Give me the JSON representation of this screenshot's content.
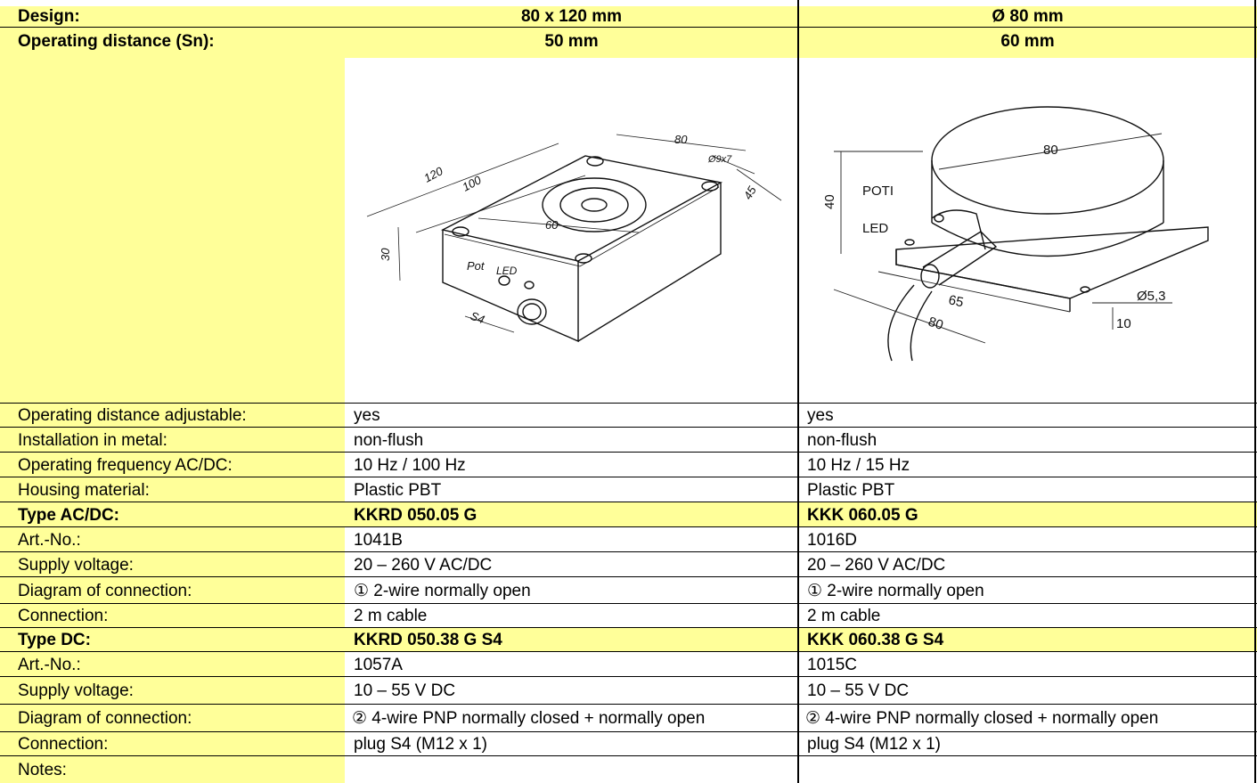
{
  "header": {
    "design_label": "Design:",
    "design_a": "80 x 120 mm",
    "design_b": "Ø 80 mm",
    "distance_label": "Operating distance (Sn):",
    "distance_a": "50 mm",
    "distance_b": "60 mm"
  },
  "drawing_a": {
    "dim_80": "80",
    "dim_120": "120",
    "dim_100": "100",
    "dim_60": "60",
    "dim_45": "45",
    "dim_30": "30",
    "dim_hole": "Ø9x7",
    "pot": "Pot",
    "led": "LED",
    "s4": "S4"
  },
  "drawing_b": {
    "dim_80_top": "80",
    "dim_40": "40",
    "poti": "POTI",
    "led": "LED",
    "dim_65": "65",
    "dim_80_bottom": "80",
    "dim_hole": "Ø5,3",
    "dim_10": "10"
  },
  "specs": [
    {
      "label": "Operating distance adjustable:",
      "a": "yes",
      "b": "yes"
    },
    {
      "label": "Installation in metal:",
      "a": "non-flush",
      "b": "non-flush"
    },
    {
      "label": "Operating frequency AC/DC:",
      "a": "10 Hz / 100 Hz",
      "b": "10 Hz / 15 Hz"
    },
    {
      "label": "Housing material:",
      "a": "Plastic PBT",
      "b": "Plastic PBT"
    }
  ],
  "type_acdc": {
    "label": "Type AC/DC:",
    "a": "KKRD 050.05 G",
    "b": "KKK 060.05 G"
  },
  "acdc_rows": [
    {
      "label": "Art.-No.:",
      "a": "1041B",
      "b": "1016D"
    },
    {
      "label": "Supply voltage:",
      "a": "20 – 260 V AC/DC",
      "b": "20 – 260 V AC/DC"
    },
    {
      "label": "Diagram of connection:",
      "a": "① 2-wire normally open",
      "b": "① 2-wire normally open"
    },
    {
      "label": "Connection:",
      "a": "2 m cable",
      "b": "2 m cable"
    }
  ],
  "type_dc": {
    "label": "Type DC:",
    "a": "KKRD 050.38 G S4",
    "b": "KKK 060.38 G S4"
  },
  "dc_rows": [
    {
      "label": "Art.-No.:",
      "a": "1057A",
      "b": "1015C"
    },
    {
      "label": "Supply voltage:",
      "a": "10 – 55 V DC",
      "b": "10 – 55 V DC"
    },
    {
      "label": "Diagram of connection:",
      "a": "② 4-wire PNP normally closed + normally open",
      "b": "② 4-wire PNP normally closed + normally open"
    },
    {
      "label": "Connection:",
      "a": "plug S4 (M12 x 1)",
      "b": "plug S4 (M12 x 1)"
    }
  ],
  "notes": {
    "label": "Notes:",
    "a": "",
    "b": ""
  }
}
